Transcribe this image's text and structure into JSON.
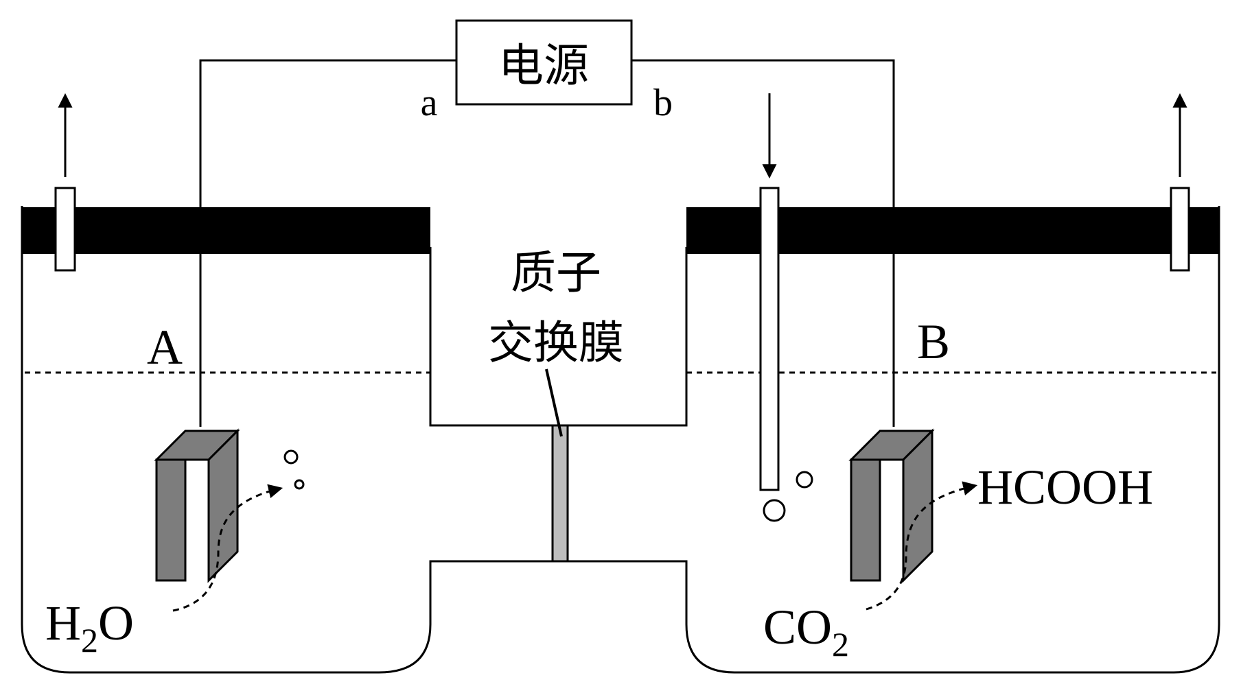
{
  "power_supply": {
    "label": "电源",
    "terminal_left": "a",
    "terminal_right": "b"
  },
  "electrodes": {
    "left": "A",
    "right": "B"
  },
  "membrane": {
    "line1": "质子",
    "line2": "交换膜"
  },
  "species": {
    "left_reactant_main": "H",
    "left_reactant_sub": "2",
    "left_reactant_end": "O",
    "right_reactant_main": "CO",
    "right_reactant_sub": "2",
    "right_product": "HCOOH"
  }
}
